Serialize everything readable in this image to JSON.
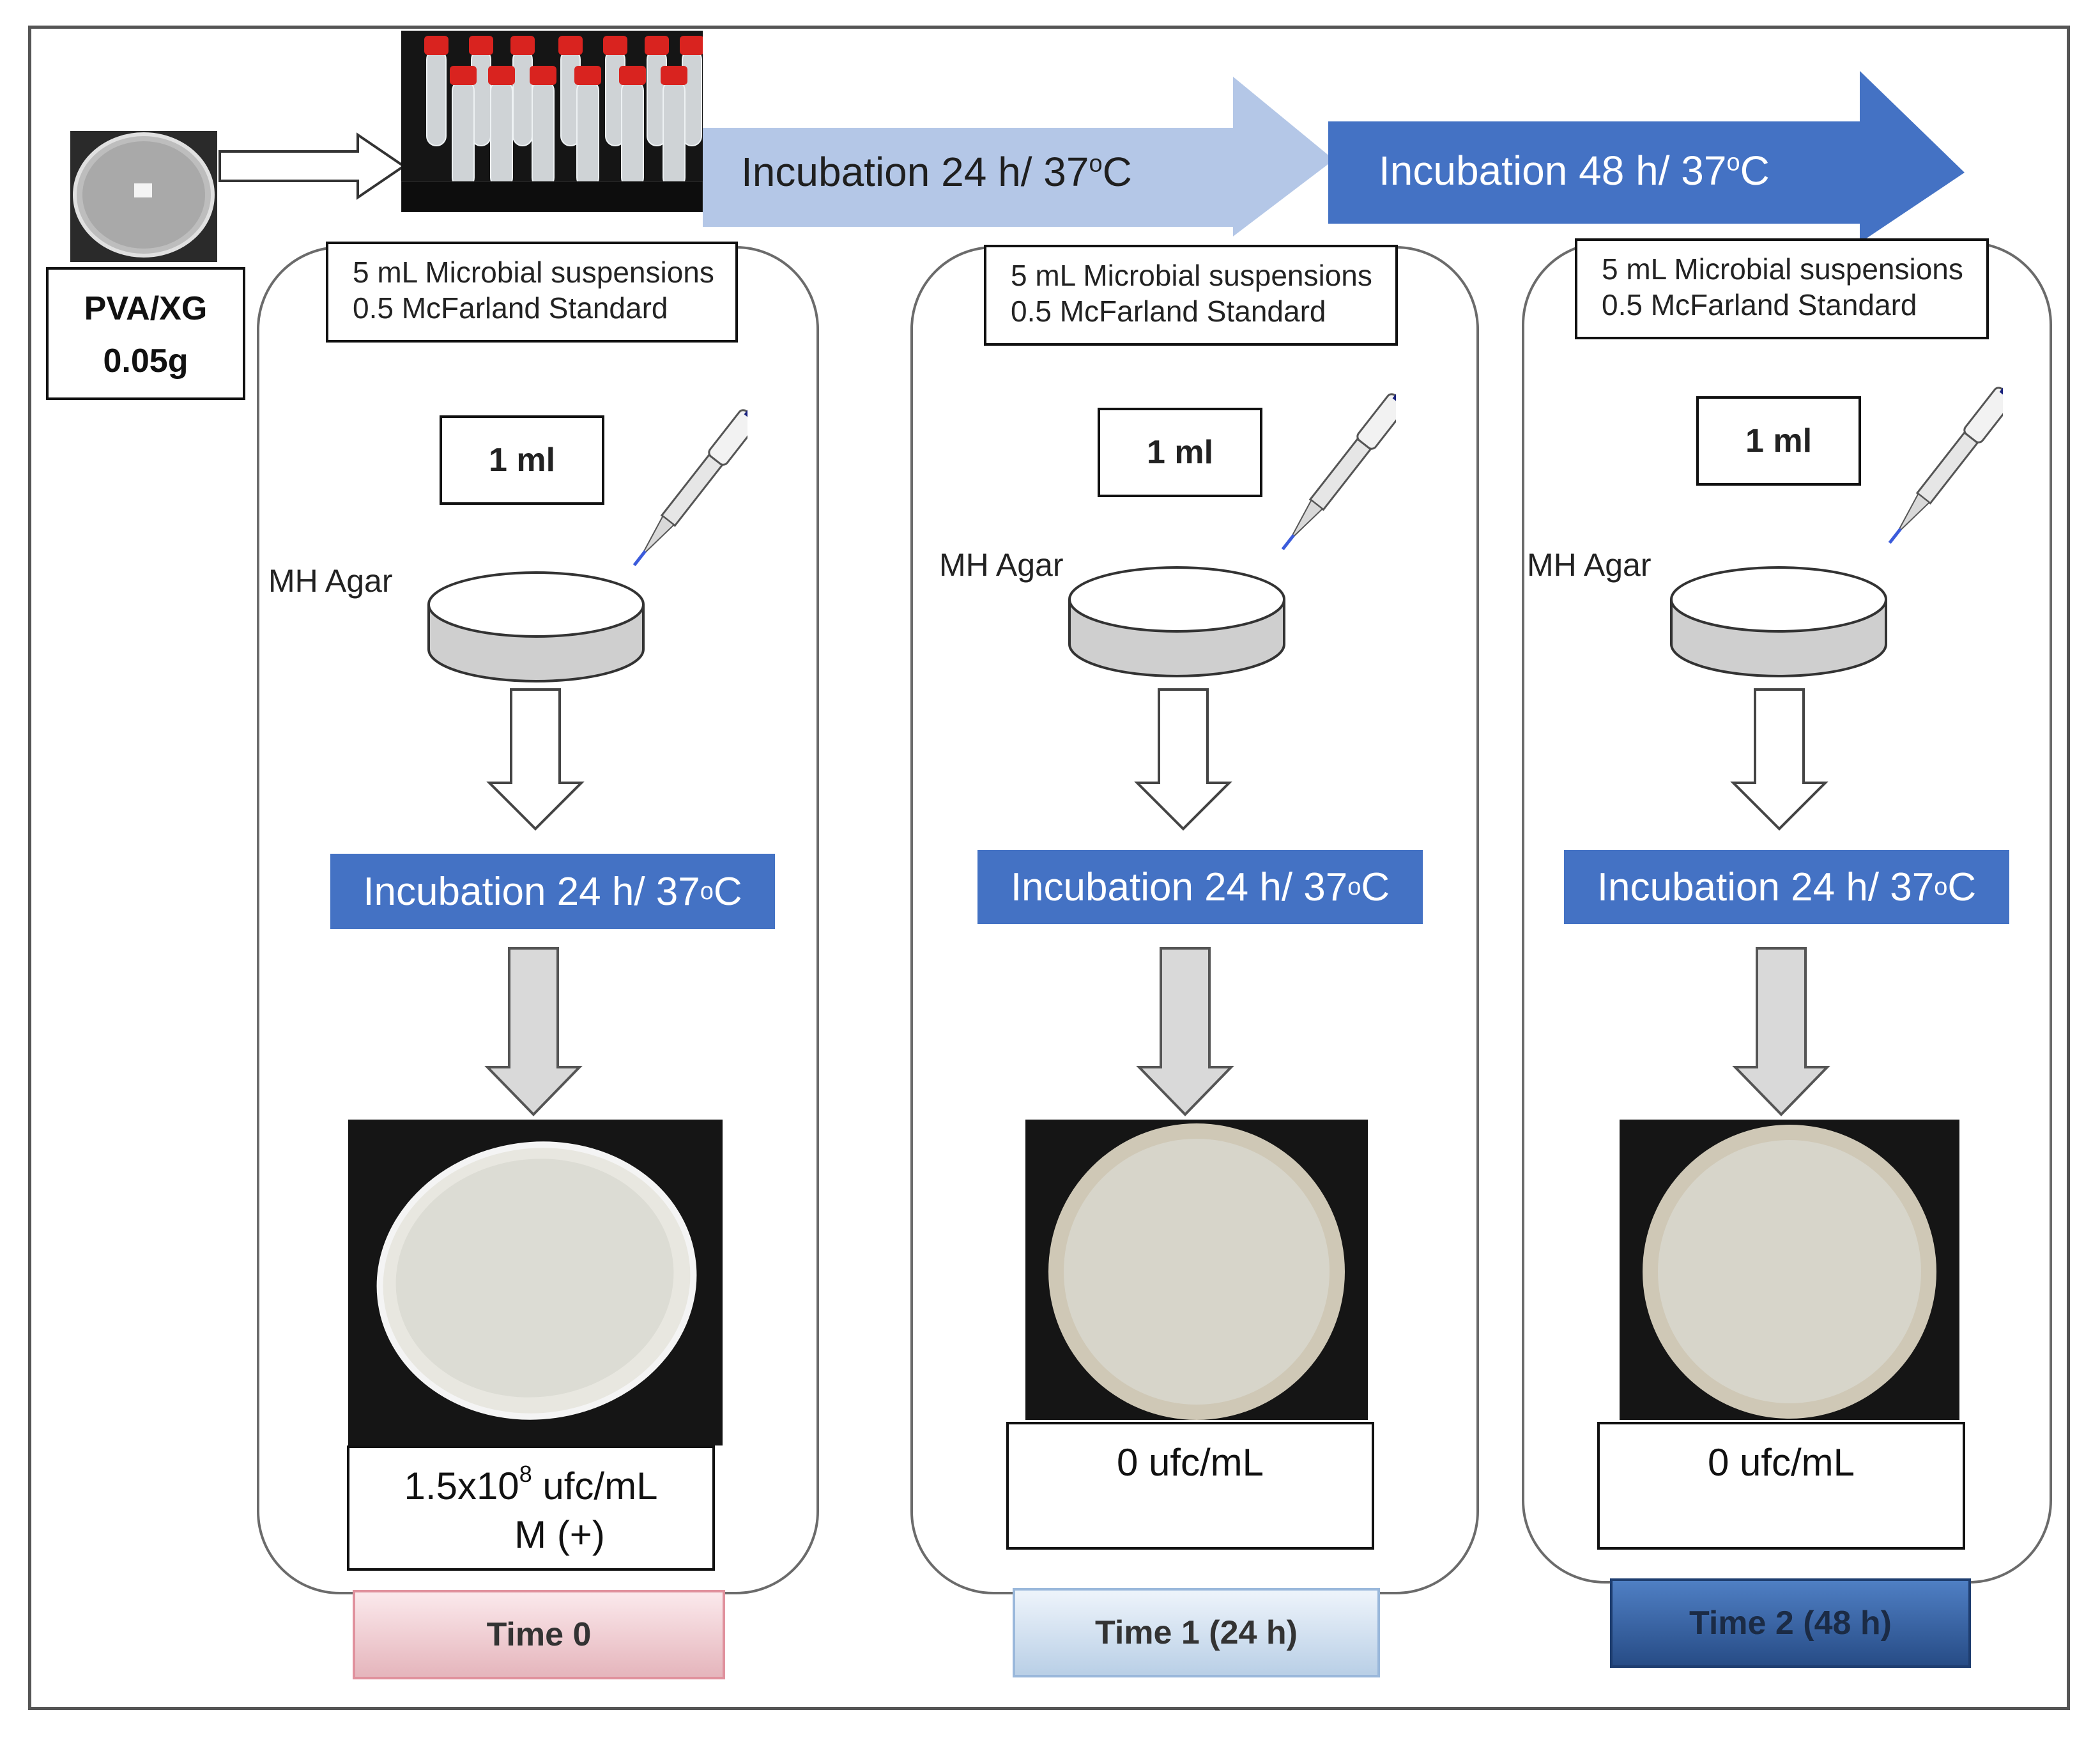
{
  "sample": {
    "line1": "PVA/XG",
    "line2": "0.05g"
  },
  "top_arrows": [
    {
      "label": "Incubation  24 h/ 37",
      "deg": "o",
      "unit": "C",
      "color": "#b4c7e7"
    },
    {
      "label": "Incubation  48 h/ 37",
      "deg": "o",
      "unit": "C",
      "color": "#4472c4"
    }
  ],
  "panels": [
    {
      "suspension": [
        "5 mL Microbial suspensions",
        "0.5 McFarland Standard"
      ],
      "volume": "1 ml",
      "agar": "MH Agar",
      "incubation": {
        "text": "Incubation  24 h/ 37",
        "deg": "o",
        "unit": "C"
      },
      "count": {
        "prefix": "1.5x10",
        "exp": "8",
        "unit": " ufc/mL",
        "line2": "M (+)"
      },
      "time_label": "Time 0"
    },
    {
      "suspension": [
        "5 mL Microbial suspensions",
        "0.5 McFarland Standard"
      ],
      "volume": "1 ml",
      "agar": "MH Agar",
      "incubation": {
        "text": "Incubation  24 h/ 37",
        "deg": "o",
        "unit": "C"
      },
      "count": {
        "prefix": "0 ufc/mL",
        "exp": "",
        "unit": "",
        "line2": ""
      },
      "time_label": "Time 1 (24 h)"
    },
    {
      "suspension": [
        "5 mL Microbial suspensions",
        "0.5 McFarland Standard"
      ],
      "volume": "1 ml",
      "agar": "MH Agar",
      "incubation": {
        "text": "Incubation  24 h/ 37",
        "deg": "o",
        "unit": "C"
      },
      "count": {
        "prefix": "0 ufc/mL",
        "exp": "",
        "unit": "",
        "line2": ""
      },
      "time_label": "Time 2 (48 h)"
    }
  ],
  "colors": {
    "blue": "#4472c4",
    "light_blue": "#b4c7e7",
    "tube_cap": "#d9231f"
  }
}
